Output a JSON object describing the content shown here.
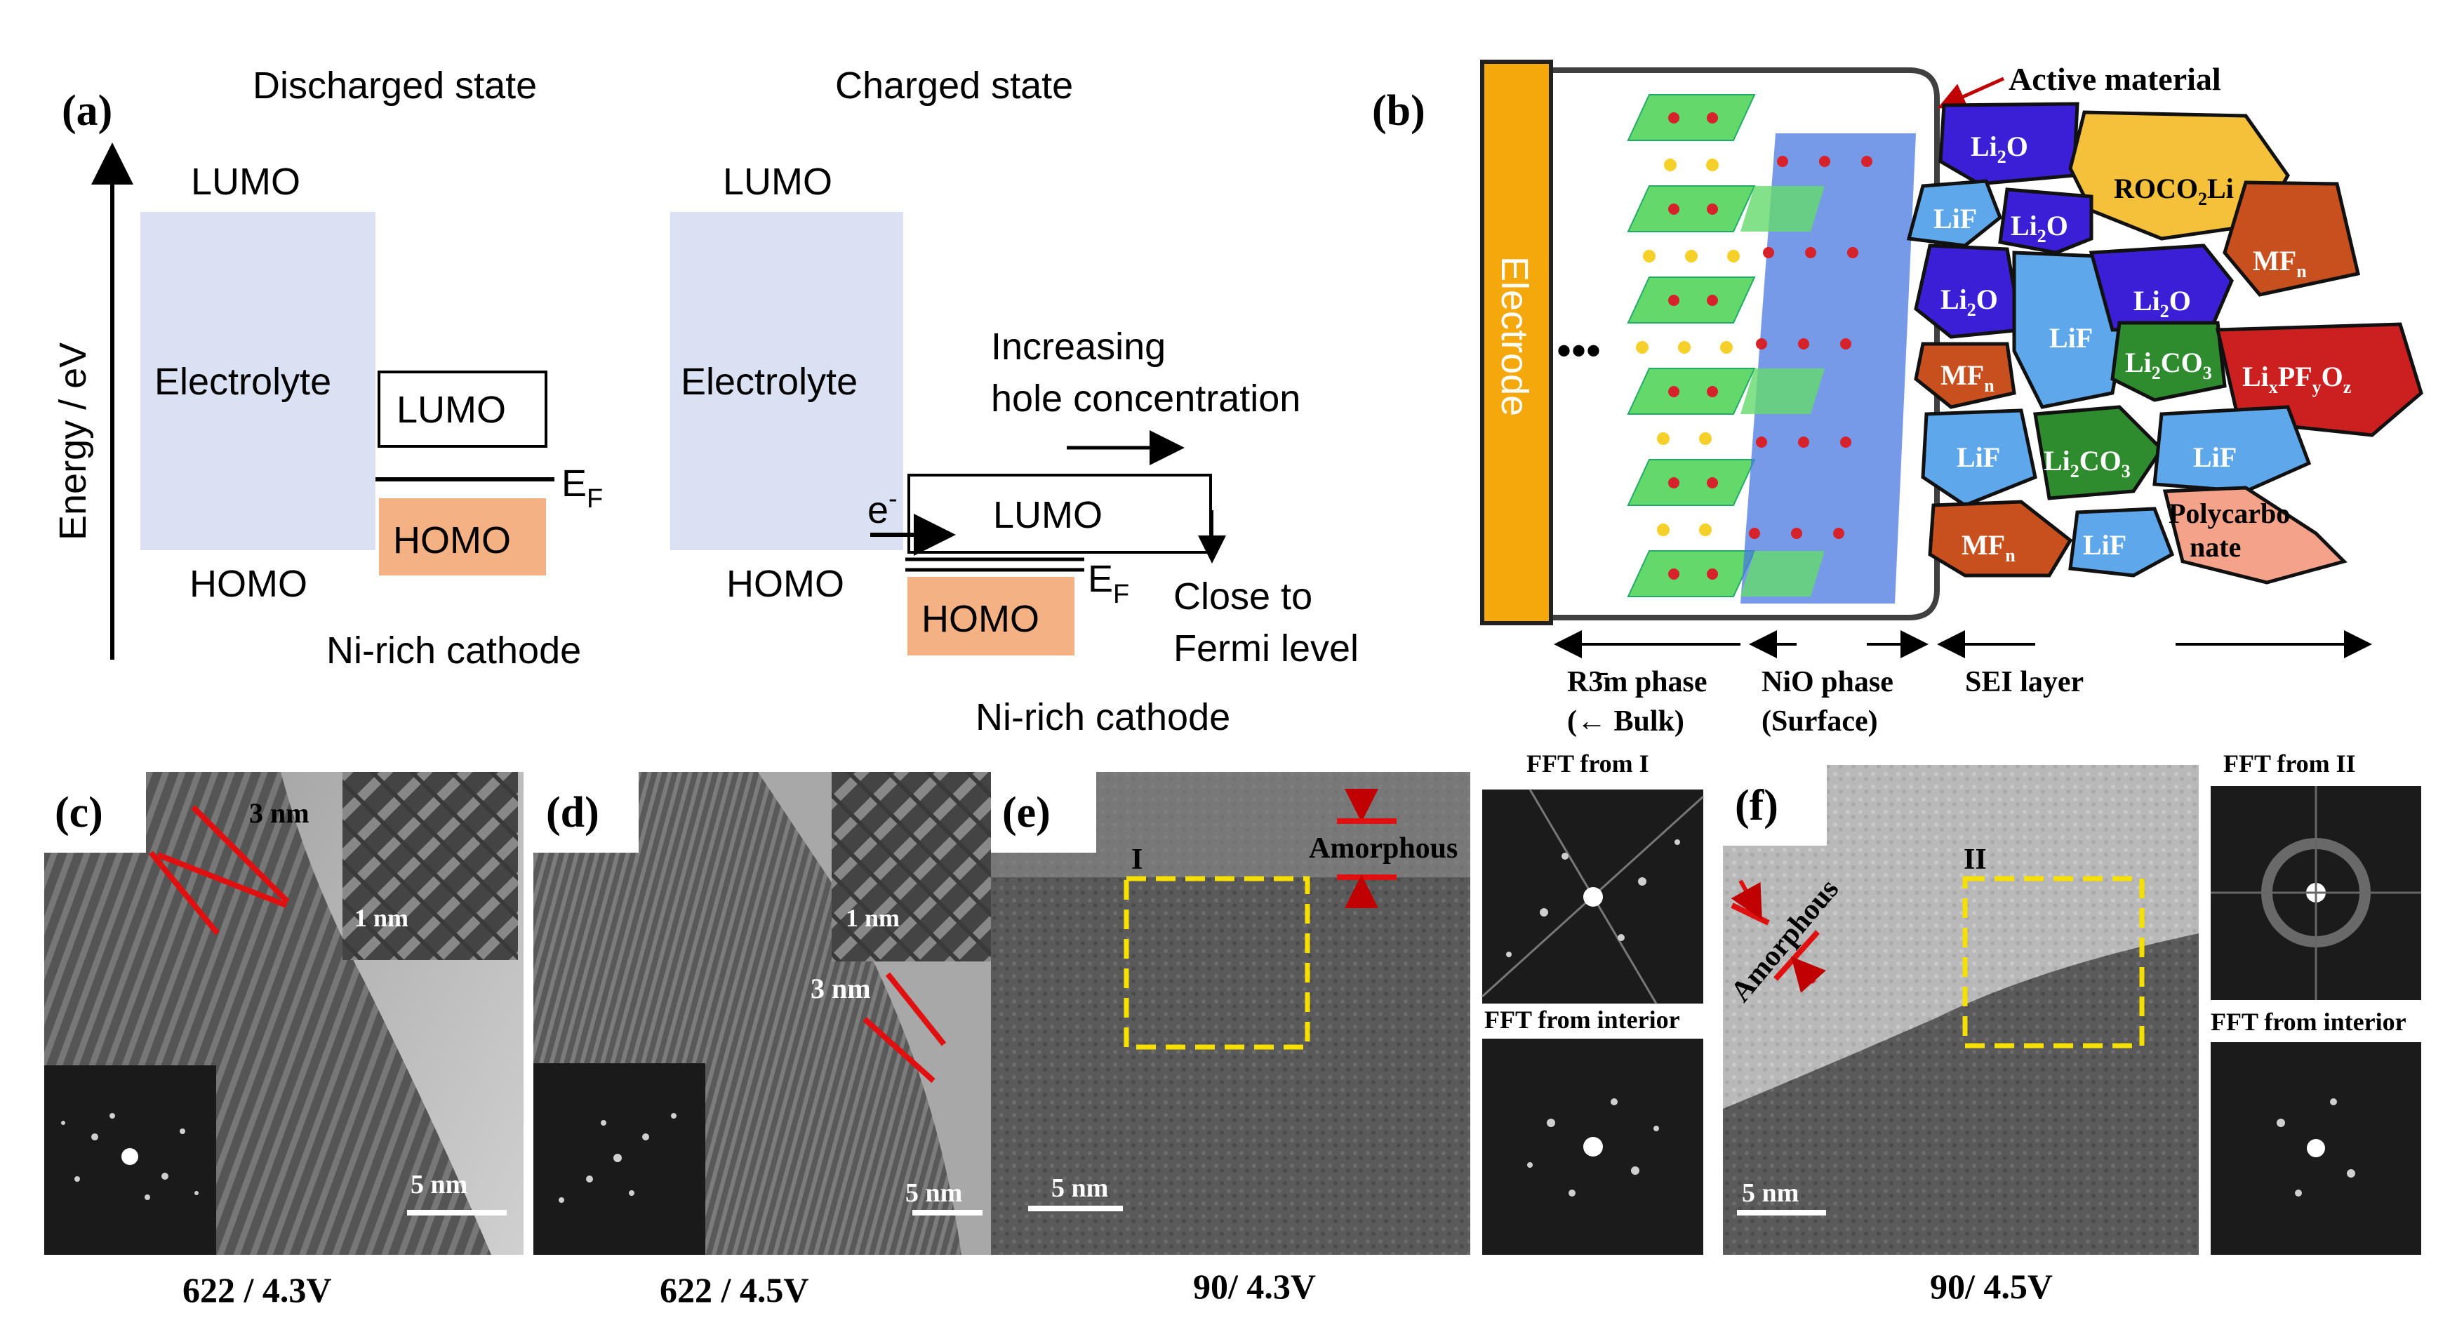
{
  "panel_a": {
    "label": "(a)",
    "y_axis": "Energy / eV",
    "discharged": {
      "title": "Discharged state",
      "lumo": "LUMO",
      "homo": "HOMO",
      "electrolyte": "Electrolyte",
      "cathode_lumo": "LUMO",
      "cathode_homo": "HOMO",
      "fermi": "E",
      "fermi_sub": "F",
      "cathode": "Ni-rich cathode"
    },
    "charged": {
      "title": "Charged state",
      "lumo": "LUMO",
      "homo": "HOMO",
      "electrolyte": "Electrolyte",
      "cathode_lumo": "LUMO",
      "cathode_homo": "HOMO",
      "fermi": "E",
      "fermi_sub": "F",
      "electron": "e",
      "electron_sup": "-",
      "increasing_line1": "Increasing",
      "increasing_line2": "hole concentration",
      "close_line1": "Close to",
      "close_line2": "Fermi level",
      "cathode": "Ni-rich cathode"
    },
    "colors": {
      "electrolyte": "#d9e1f2",
      "homo": "#f4b183"
    }
  },
  "panel_b": {
    "label": "(b)",
    "electrode": "Electrode",
    "dots": "•••",
    "active_material": "Active material",
    "phases": [
      {
        "line1": "R3̄m phase",
        "line2": "(← Bulk)"
      },
      {
        "line1": "NiO phase",
        "line2": "(Surface)"
      },
      {
        "line1": "SEI layer",
        "line2": ""
      }
    ],
    "sei_components": [
      {
        "text": "Li",
        "sub": "2",
        "rest": "O",
        "color": "#3b1fd6"
      },
      {
        "text": "ROCO",
        "sub": "2",
        "rest": "Li",
        "color": "#f5c13b"
      },
      {
        "text": "LiF",
        "sub": "",
        "rest": "",
        "color": "#5ea7ea"
      },
      {
        "text": "Li",
        "sub": "2",
        "rest": "O",
        "color": "#3b1fd6"
      },
      {
        "text": "MF",
        "sub": "n",
        "rest": "",
        "color": "#c8501e"
      },
      {
        "text": "Li",
        "sub": "2",
        "rest": "O",
        "color": "#3b1fd6"
      },
      {
        "text": "LiF",
        "sub": "",
        "rest": "",
        "color": "#5ea7ea"
      },
      {
        "text": "Li",
        "sub": "2",
        "rest": "O",
        "color": "#3b1fd6"
      },
      {
        "text": "MF",
        "sub": "n",
        "rest": "",
        "color": "#c8501e"
      },
      {
        "text": "Li",
        "sub": "2",
        "rest": "CO",
        "sub2": "3",
        "color": "#2e8b2e"
      },
      {
        "text": "Li",
        "sub": "x",
        "rest": "PF",
        "sub2": "y",
        "rest2": "O",
        "sub3": "z",
        "color": "#cc1f1f"
      },
      {
        "text": "LiF",
        "sub": "",
        "rest": "",
        "color": "#5ea7ea"
      },
      {
        "text": "Li",
        "sub": "2",
        "rest": "CO",
        "sub2": "3",
        "color": "#2e8b2e"
      },
      {
        "text": "LiF",
        "sub": "",
        "rest": "",
        "color": "#5ea7ea"
      },
      {
        "text": "MF",
        "sub": "n",
        "rest": "",
        "color": "#c8501e"
      },
      {
        "text": "LiF",
        "sub": "",
        "rest": "",
        "color": "#5ea7ea"
      },
      {
        "text": "Polycarbo",
        "sub": "",
        "rest": "nate",
        "color": "#f4a38a"
      }
    ]
  },
  "tem_panels": [
    {
      "label": "(c)",
      "caption": "622 / 4.3V",
      "thickness": "3 nm",
      "inset_scale": "1 nm",
      "scale": "5 nm"
    },
    {
      "label": "(d)",
      "caption": "622 / 4.5V",
      "thickness": "3 nm",
      "inset_scale": "1 nm",
      "scale": "5 nm"
    },
    {
      "label": "(e)",
      "caption": "90/ 4.3V",
      "region": "I",
      "amorphous": "Amorphous",
      "scale": "5 nm",
      "fft_top": "FFT from I",
      "fft_bottom": "FFT from interior"
    },
    {
      "label": "(f)",
      "caption": "90/ 4.5V",
      "region": "II",
      "amorphous": "Amorphous",
      "scale": "5 nm",
      "fft_top": "FFT from II",
      "fft_bottom": "FFT from interior"
    }
  ]
}
